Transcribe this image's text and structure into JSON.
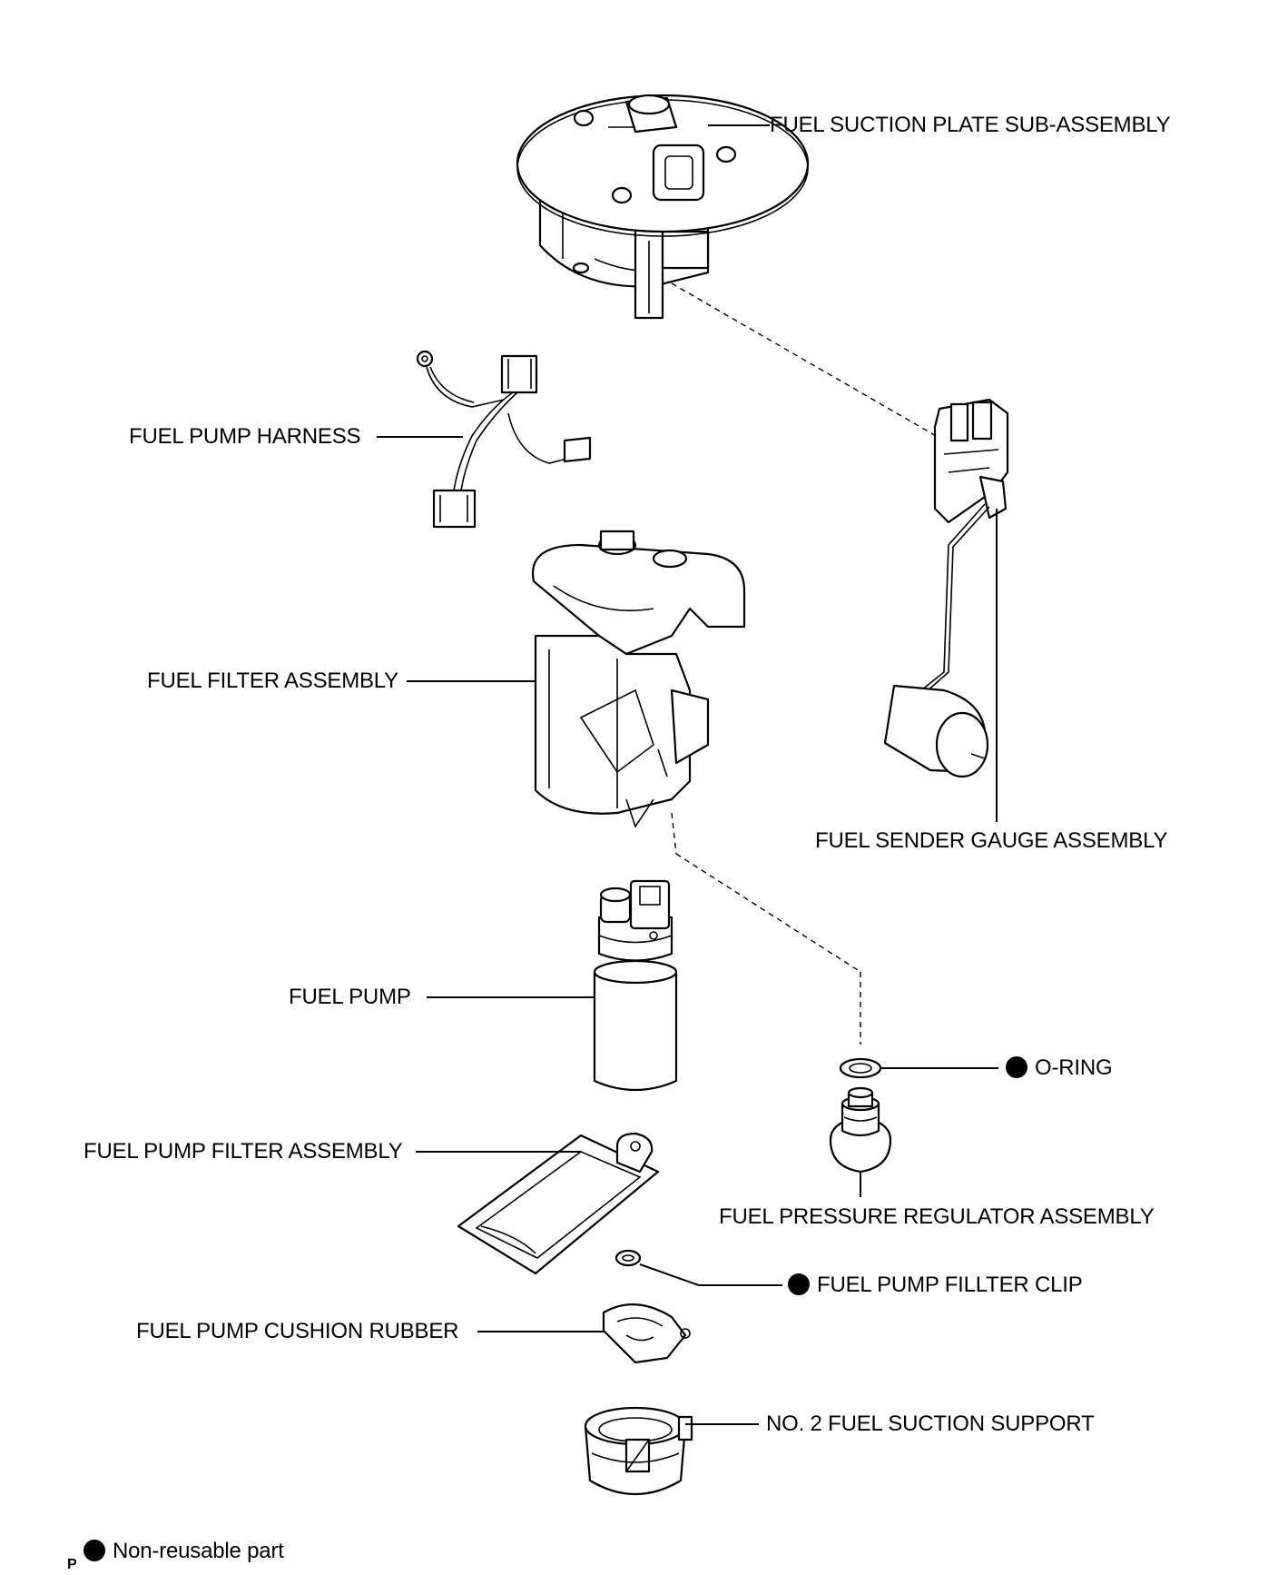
{
  "labels": {
    "fuel_suction_plate": "FUEL SUCTION PLATE SUB-ASSEMBLY",
    "fuel_pump_harness": "FUEL PUMP HARNESS",
    "fuel_filter": "FUEL FILTER ASSEMBLY",
    "fuel_sender_gauge": "FUEL SENDER GAUGE ASSEMBLY",
    "fuel_pump": "FUEL PUMP",
    "o_ring": "O-RING",
    "fuel_pump_filter": "FUEL PUMP FILTER ASSEMBLY",
    "fuel_pressure_regulator": "FUEL PRESSURE REGULATOR ASSEMBLY",
    "fuel_pump_filter_clip": "FUEL PUMP FILLTER CLIP",
    "fuel_pump_cushion_rubber": "FUEL PUMP CUSHION RUBBER",
    "no2_fuel_suction_support": "NO. 2 FUEL SUCTION SUPPORT"
  },
  "legend": {
    "non_reusable": "Non-reusable part",
    "corner_mark": "P"
  }
}
